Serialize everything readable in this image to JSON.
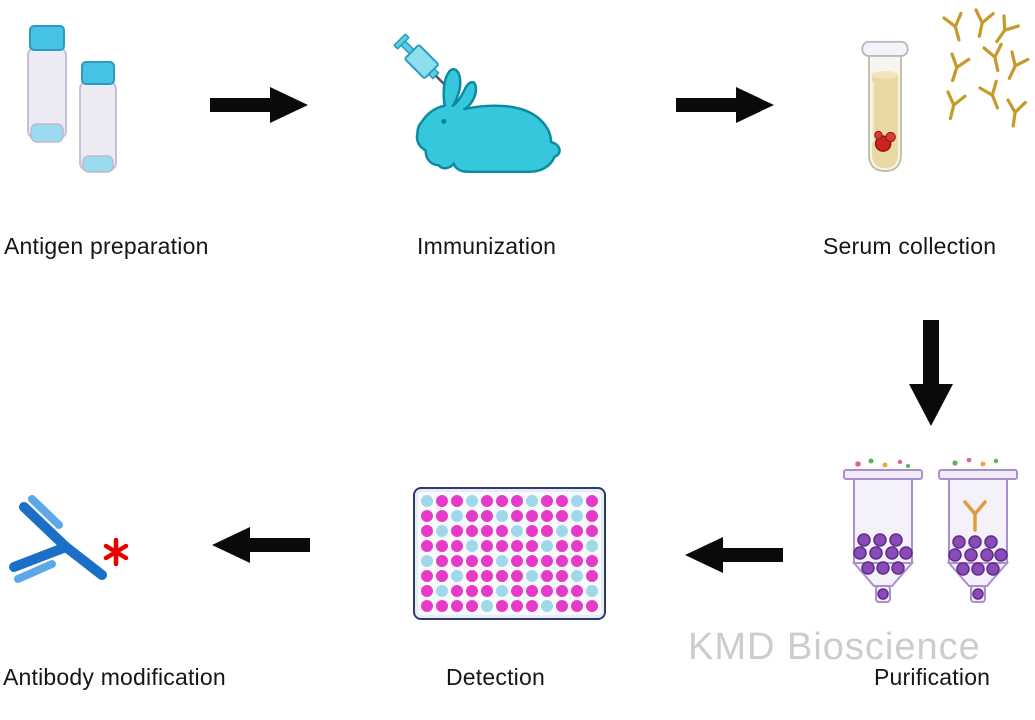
{
  "diagram": {
    "watermark": "KMD Bioscience",
    "steps": [
      {
        "id": "antigen-preparation",
        "label": "Antigen preparation"
      },
      {
        "id": "immunization",
        "label": "Immunization"
      },
      {
        "id": "serum-collection",
        "label": "Serum collection"
      },
      {
        "id": "purification",
        "label": "Purification"
      },
      {
        "id": "detection",
        "label": "Detection"
      },
      {
        "id": "antibody-modification",
        "label": "Antibody modification"
      }
    ]
  },
  "icons": {
    "antigen_preparation": "vials-icon",
    "immunization": "rabbit-icon, syringe-icon",
    "serum_collection": "test-tube-icon, gold-antibody-y-icons",
    "purification": "spin-column-icons",
    "detection": "microplate-icon",
    "antibody_modification": "blue-antibody-y-icon, red-asterisk-icon",
    "flow": "black-block-arrow-icons"
  },
  "plate": {
    "rows": 8,
    "cols": 12,
    "colors": {
      "M": "#e63bc8",
      "C": "#9fd8e8"
    },
    "pattern": [
      "CMMCMMMCMMCM",
      "MMCMMCMMMMCM",
      "MCMMMMCMMCMM",
      "MMMCMMMMCMMC",
      "CMMMMCMMMMMM",
      "MMCMMMMCMMCM",
      "MCMMMCMMMMMC",
      "MMMMCMMMCMMM"
    ]
  },
  "colors": {
    "arrow": "#0a0a0a",
    "rabbit": "#35c8dc",
    "rabbit_outline": "#0b8aa0",
    "syringe": "#59cfe3",
    "vial_cap": "#45c2e6",
    "vial_body": "#edeaf3",
    "serum": "#ead9a2",
    "clot": "#cc2222",
    "gold_antibody": "#c79a2e",
    "column_outline": "#a98fd0",
    "column_body": "#f5f1fa",
    "bead": "#8a4bb8",
    "plate_border": "#2e3b6e",
    "antibody_heavy": "#1a6fc9",
    "antibody_light": "#5ba7e8",
    "asterisk": "#e60000",
    "label_text": "#161616",
    "watermark": "#c2c2c2"
  }
}
